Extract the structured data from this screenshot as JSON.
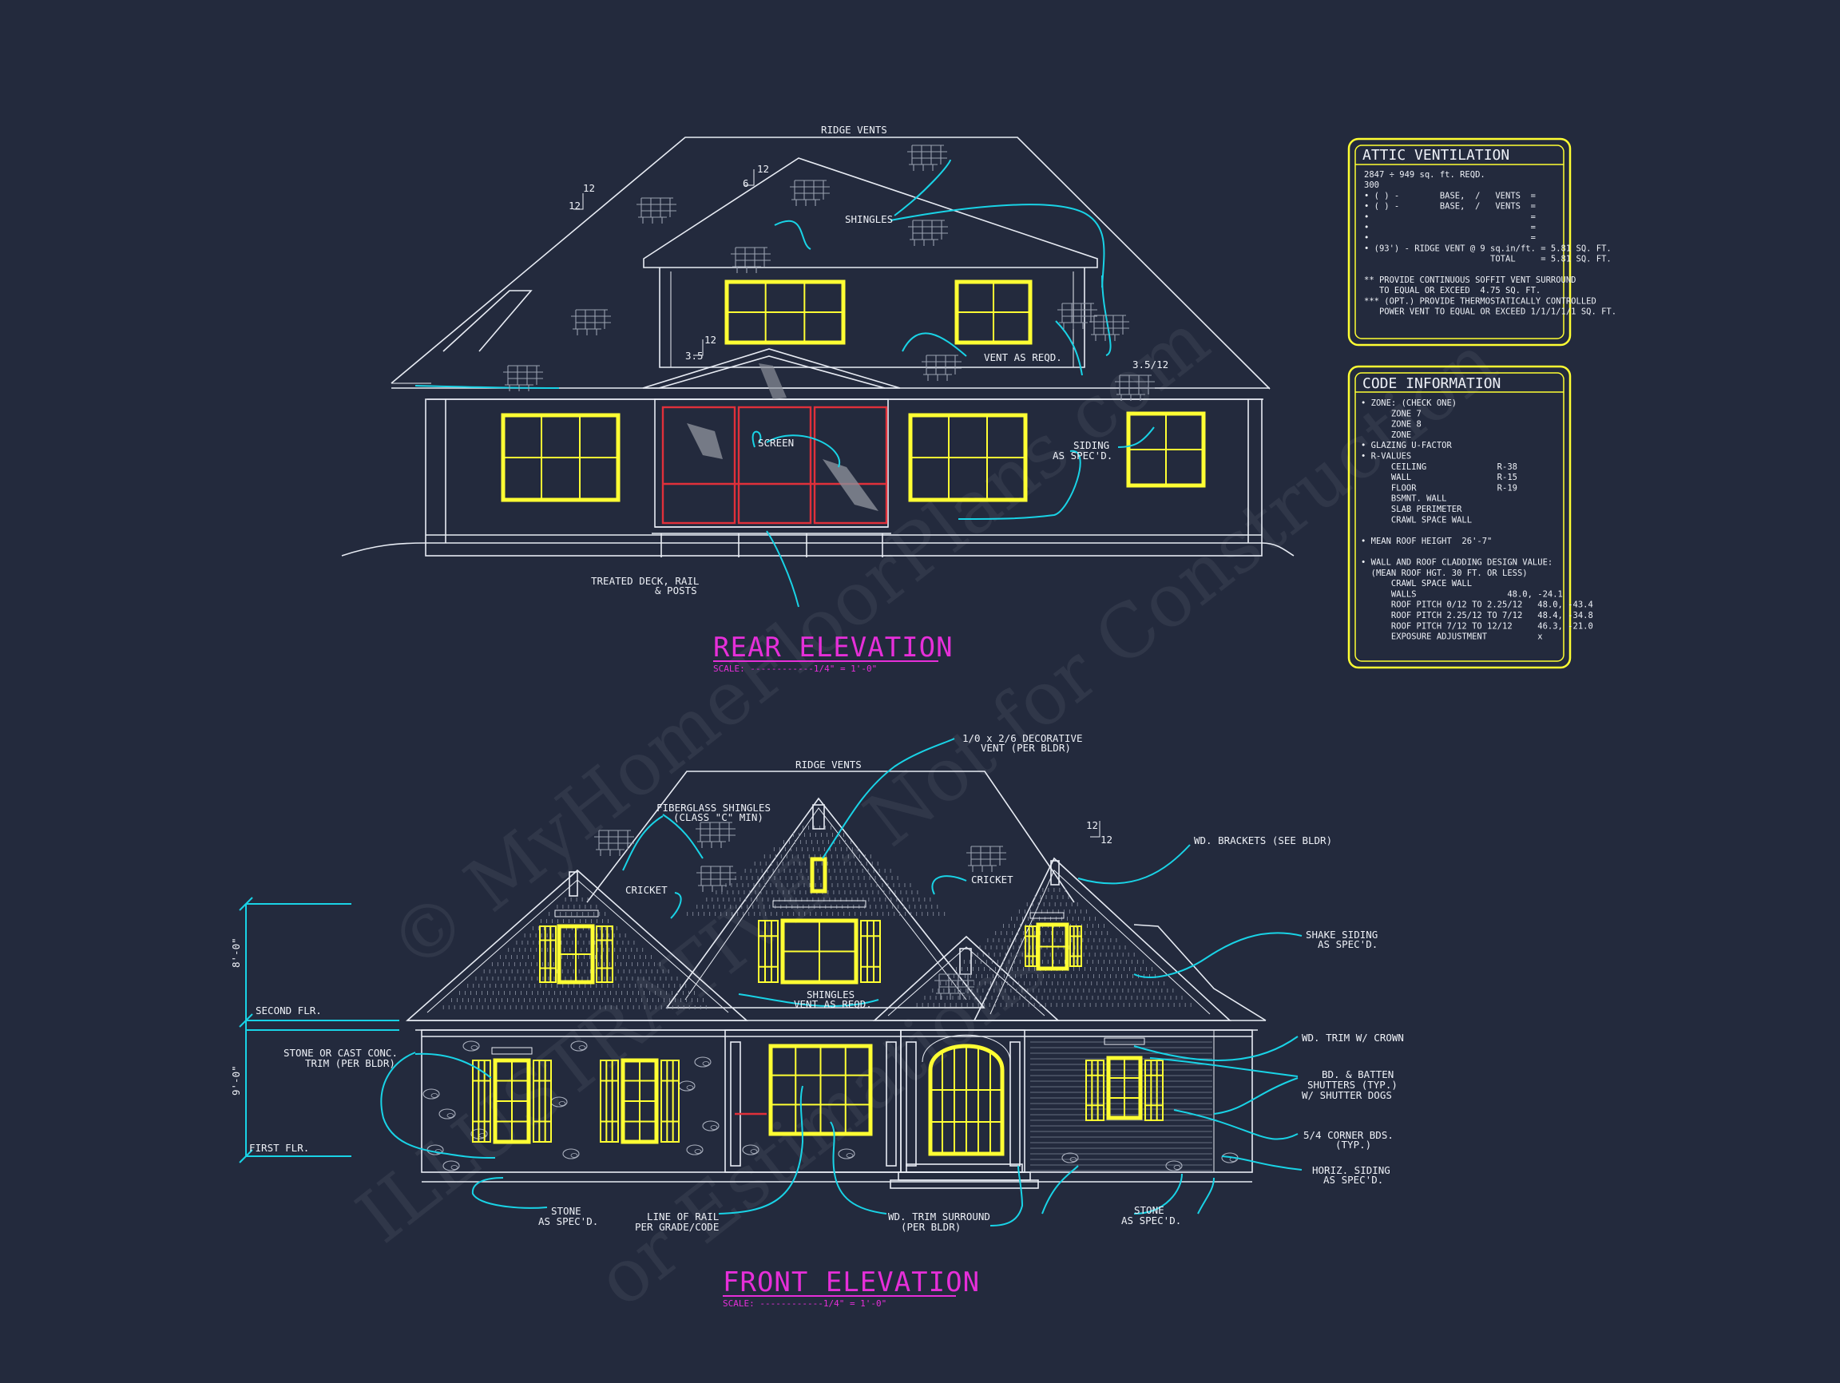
{
  "rear_elevation": {
    "title": "REAR ELEVATION",
    "scale": "SCALE: ------------1/4\" = 1'-0\"",
    "labels": {
      "ridge_vents": "RIDGE VENTS",
      "shingles": "SHINGLES",
      "vent": "VENT AS REQD.",
      "screen": "SCREEN",
      "siding_1": "SIDING",
      "siding_2": "AS SPEC'D.",
      "deck_1": "TREATED DECK, RAIL",
      "deck_2": "& POSTS",
      "pitch_12": "12",
      "pitch_6": "6",
      "pitch_35": "3.5",
      "pitch_3512": "3.5/12"
    }
  },
  "front_elevation": {
    "title": "FRONT ELEVATION",
    "scale": "SCALE: ------------1/4\" = 1'-0\"",
    "labels": {
      "ridge_vents": "RIDGE VENTS",
      "decor_1": "1/0 x 2/6 DECORATIVE",
      "decor_2": "VENT (PER BLDR)",
      "fiber_1": "FIBERGLASS SHINGLES",
      "fiber_2": "(CLASS \"C\" MIN)",
      "brackets": "WD. BRACKETS (SEE BLDR)",
      "cricket": "CRICKET",
      "shake_1": "SHAKE SIDING",
      "shake_2": "AS SPEC'D.",
      "shingles_1": "SHINGLES",
      "shingles_2": "VENT AS REQD.",
      "second_flr": "SECOND FLR.",
      "first_flr": "FIRST FLR.",
      "dim_upper": "8'-0\"",
      "dim_lower": "9'-0\"",
      "stone_trim_1": "STONE OR CAST CONC.",
      "stone_trim_2": "TRIM (PER BLDR)",
      "trim_crown": "WD. TRIM W/ CROWN",
      "batten_1": "BD. & BATTEN",
      "batten_2": "SHUTTERS (TYP.)",
      "batten_3": "W/ SHUTTER DOGS",
      "corner_1": "5/4 CORNER BDS.",
      "corner_2": "(TYP.)",
      "horiz_1": "HORIZ. SIDING",
      "horiz_2": "AS SPEC'D.",
      "stone_1": "STONE",
      "stone_2": "AS SPEC'D.",
      "rail_1": "LINE OF RAIL",
      "rail_2": "PER GRADE/CODE",
      "wd_trim_1": "WD. TRIM SURROUND",
      "wd_trim_2": "(PER BLDR)",
      "pitch_12a": "12",
      "pitch_12b": "12"
    }
  },
  "attic_ventilation": {
    "title": "ATTIC VENTILATION",
    "lines": [
      "2847 ÷ 949 sq. ft. REQD.",
      "300",
      "• ( ) -        BASE,  /   VENTS  =",
      "• ( ) -        BASE,  /   VENTS  =",
      "•                                =",
      "•                                =",
      "•                                =",
      "• (93') - RIDGE VENT @ 9 sq.in/ft. = 5.81 SQ. FT.",
      "                         TOTAL     = 5.81 SQ. FT.",
      "",
      "** PROVIDE CONTINUOUS SOFFIT VENT SURROUND",
      "   TO EQUAL OR EXCEED  4.75 SQ. FT.",
      "*** (OPT.) PROVIDE THERMOSTATICALLY CONTROLLED",
      "   POWER VENT TO EQUAL OR EXCEED 1/1/1/1/1 SQ. FT."
    ]
  },
  "code_information": {
    "title": "CODE INFORMATION",
    "lines": [
      "• ZONE: (CHECK ONE)",
      "      ZONE 7",
      "      ZONE 8",
      "      ZONE",
      "• GLAZING U-FACTOR",
      "• R-VALUES",
      "      CEILING              R-38",
      "      WALL                 R-15",
      "      FLOOR                R-19",
      "      BSMNT. WALL",
      "      SLAB PERIMETER",
      "      CRAWL SPACE WALL",
      "",
      "• MEAN ROOF HEIGHT  26'-7\"",
      "",
      "• WALL AND ROOF CLADDING DESIGN VALUE:",
      "  (MEAN ROOF HGT. 30 FT. OR LESS)",
      "      CRAWL SPACE WALL",
      "      WALLS                  48.0, -24.1",
      "      ROOF PITCH 0/12 TO 2.25/12   48.0, -43.4",
      "      ROOF PITCH 2.25/12 TO 7/12   48.4, -34.8",
      "      ROOF PITCH 7/12 TO 12/12     46.3, -21.0",
      "      EXPOSURE ADJUSTMENT          x"
    ]
  },
  "watermark": {
    "line1": "© MyHomeFloorPlans.com",
    "line2": "ILLUSTRATIVE - Not for Construction",
    "line3": "or Estimations"
  },
  "colors": {
    "background": "#232a3d",
    "linework": "#e8ecf4",
    "windows": "#ffff33",
    "leaders": "#19d3e6",
    "titles": "#e62fd9",
    "screen": "#e0303a"
  }
}
